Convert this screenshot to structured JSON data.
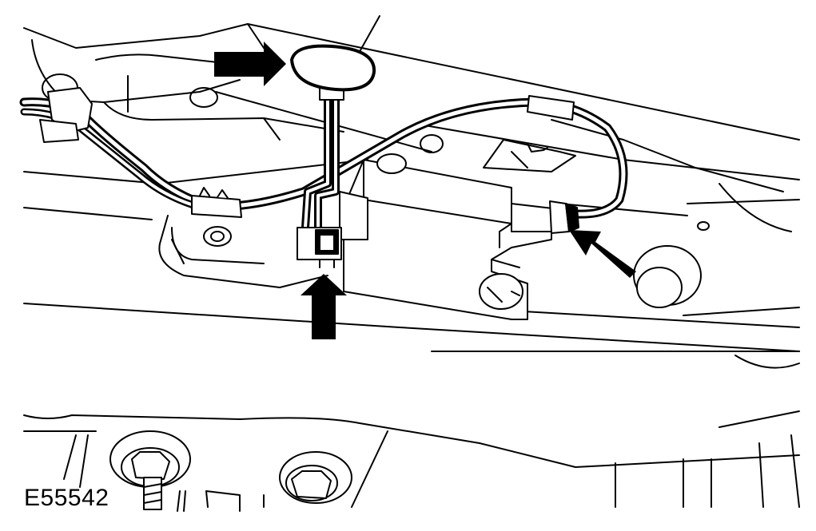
{
  "figure": {
    "id_label": "E55542"
  },
  "colors": {
    "line": "#000000",
    "fill": "#ffffff",
    "arrow": "#000000"
  },
  "arrows": [
    {
      "name": "arrow-to-antenna-grommet",
      "direction": "right"
    },
    {
      "name": "arrow-to-module-connector",
      "direction": "up"
    },
    {
      "name": "arrow-to-harness-connector",
      "direction": "up-left"
    }
  ]
}
